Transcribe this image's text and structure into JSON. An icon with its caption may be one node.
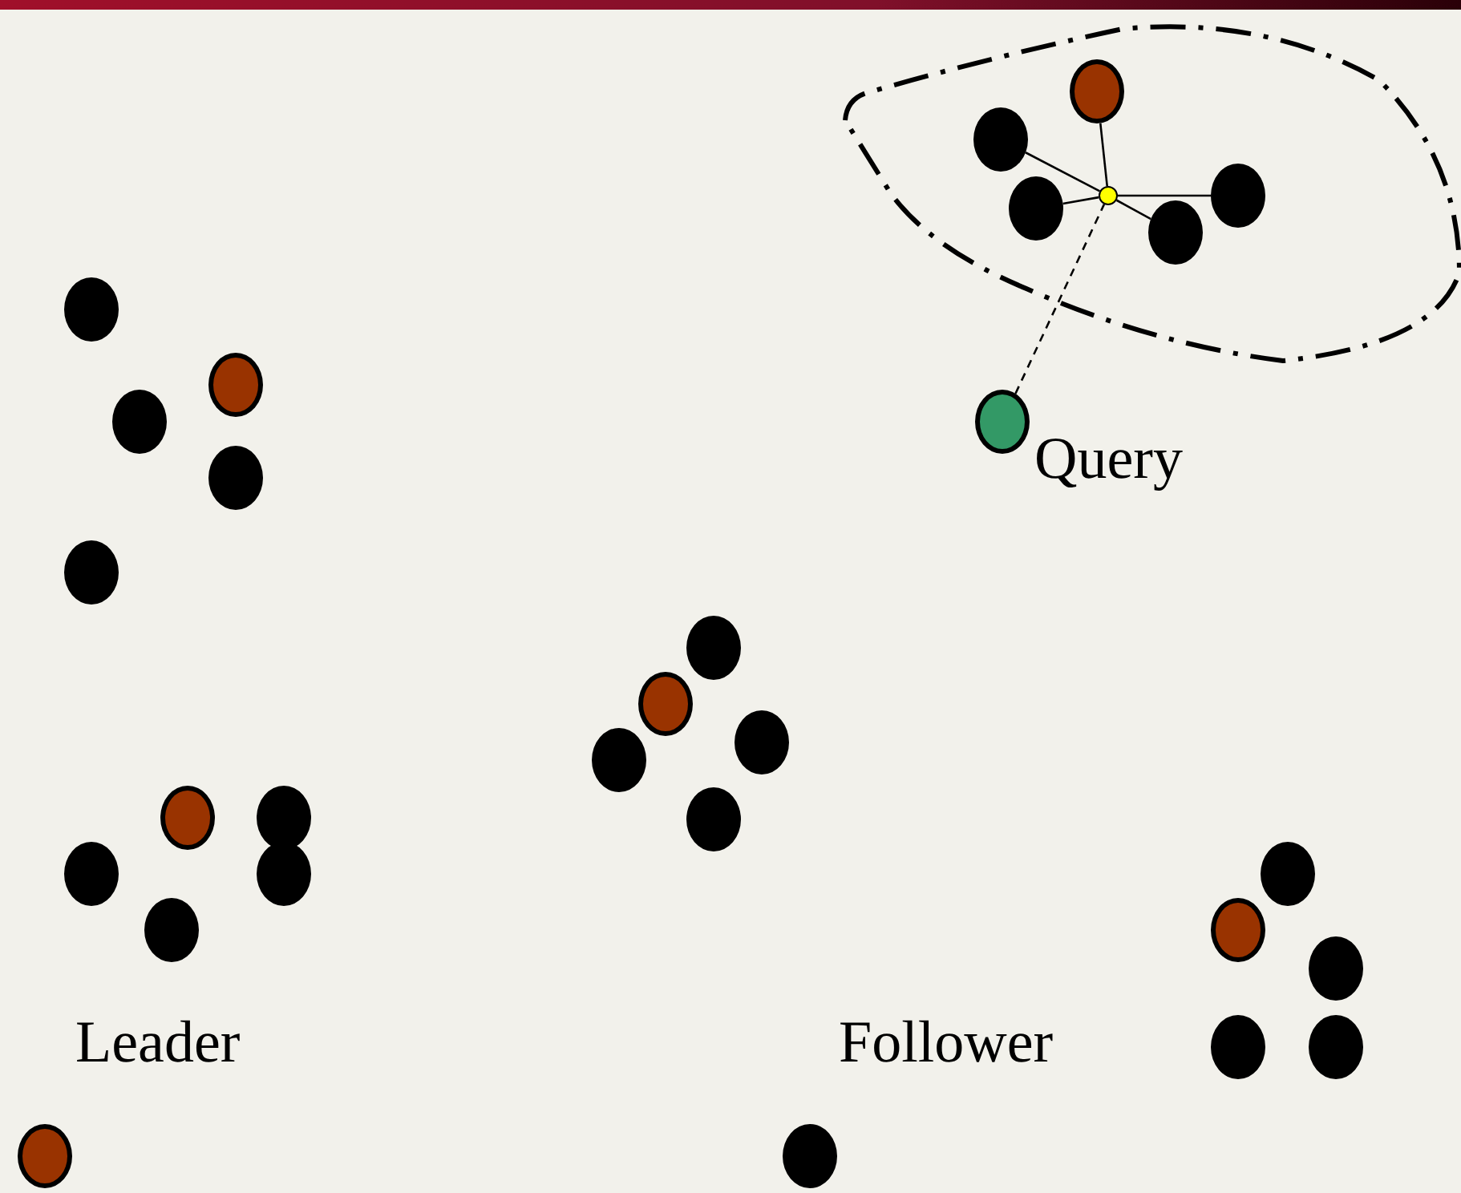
{
  "diagram": {
    "nodes": [
      {
        "text": [],
        "shape": "circle"
      },
      {
        "text": [],
        "shape": "circle"
      },
      {
        "text": [],
        "shape": "circle"
      },
      {
        "text": [],
        "shape": "circle"
      },
      {
        "text": [],
        "shape": "circle"
      },
      {
        "text": [],
        "shape": "circle"
      },
      {
        "text": [],
        "shape": "circle"
      },
      {
        "text": [],
        "shape": "circle"
      },
      {
        "text": [],
        "shape": "circle"
      },
      {
        "text": [],
        "shape": "circle",
        "beside": [
          "Query"
        ]
      },
      {
        "text": [],
        "shape": "circle"
      },
      {
        "text": [],
        "shape": "circle"
      },
      {
        "text": [],
        "shape": "circle"
      },
      {
        "text": [],
        "shape": "circle"
      },
      {
        "text": [],
        "shape": "circle"
      },
      {
        "text": [],
        "shape": "circle"
      },
      {
        "text": [],
        "shape": "circle"
      },
      {
        "text": [],
        "shape": "circle"
      },
      {
        "text": [],
        "shape": "circle"
      },
      {
        "text": [],
        "shape": "circle"
      },
      {
        "text": [],
        "shape": "circle"
      },
      {
        "text": [],
        "shape": "circle"
      },
      {
        "text": [],
        "shape": "circle"
      },
      {
        "text": [],
        "shape": "circle"
      },
      {
        "text": [],
        "shape": "circle"
      },
      {
        "text": [],
        "shape": "circle"
      },
      {
        "text": [],
        "shape": "circle"
      },
      {
        "text": [],
        "shape": "circle"
      },
      {
        "text": [],
        "shape": "circle"
      }
    ],
    "edges": [
      {
        "from": 2,
        "to": 0,
        "arrow": "none"
      },
      {
        "from": 2,
        "to": 1,
        "arrow": "none"
      },
      {
        "from": 2,
        "to": 3,
        "arrow": "none"
      },
      {
        "from": 2,
        "to": 4,
        "arrow": "none"
      },
      {
        "from": 2,
        "to": 5,
        "arrow": "none"
      },
      {
        "from": 9,
        "to": 2,
        "arrow": "none",
        "style": "dashed"
      }
    ],
    "labels": [
      "Leader",
      "Follower"
    ]
  }
}
